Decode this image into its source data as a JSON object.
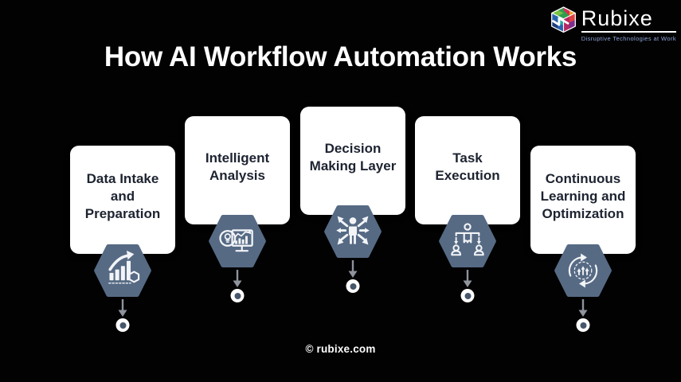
{
  "logo": {
    "brand": "Rubixe",
    "tagline": "Disruptive Technologies at Work",
    "icon": "rubiks-cube-logo"
  },
  "title": "How AI Workflow Automation Works",
  "steps": [
    {
      "label": "Data Intake\nand\nPreparation",
      "icon": "growth-chart-icon"
    },
    {
      "label": "Intelligent\nAnalysis",
      "icon": "ai-analysis-icon"
    },
    {
      "label": "Decision\nMaking Layer",
      "icon": "decision-person-icon"
    },
    {
      "label": "Task\nExecution",
      "icon": "task-delegation-icon"
    },
    {
      "label": "Continuous\nLearning and\nOptimization",
      "icon": "continuous-cycle-icon"
    }
  ],
  "footer": {
    "credit": "© rubixe.com"
  },
  "colors": {
    "bg": "#020202",
    "card": "#ffffff",
    "cardText": "#1d2330",
    "hexagon": "#566a84",
    "arrow": "#8e939c",
    "dotRing": "#ffffff",
    "dotCenter": "#46566b",
    "tagline": "#8ea4d8"
  }
}
